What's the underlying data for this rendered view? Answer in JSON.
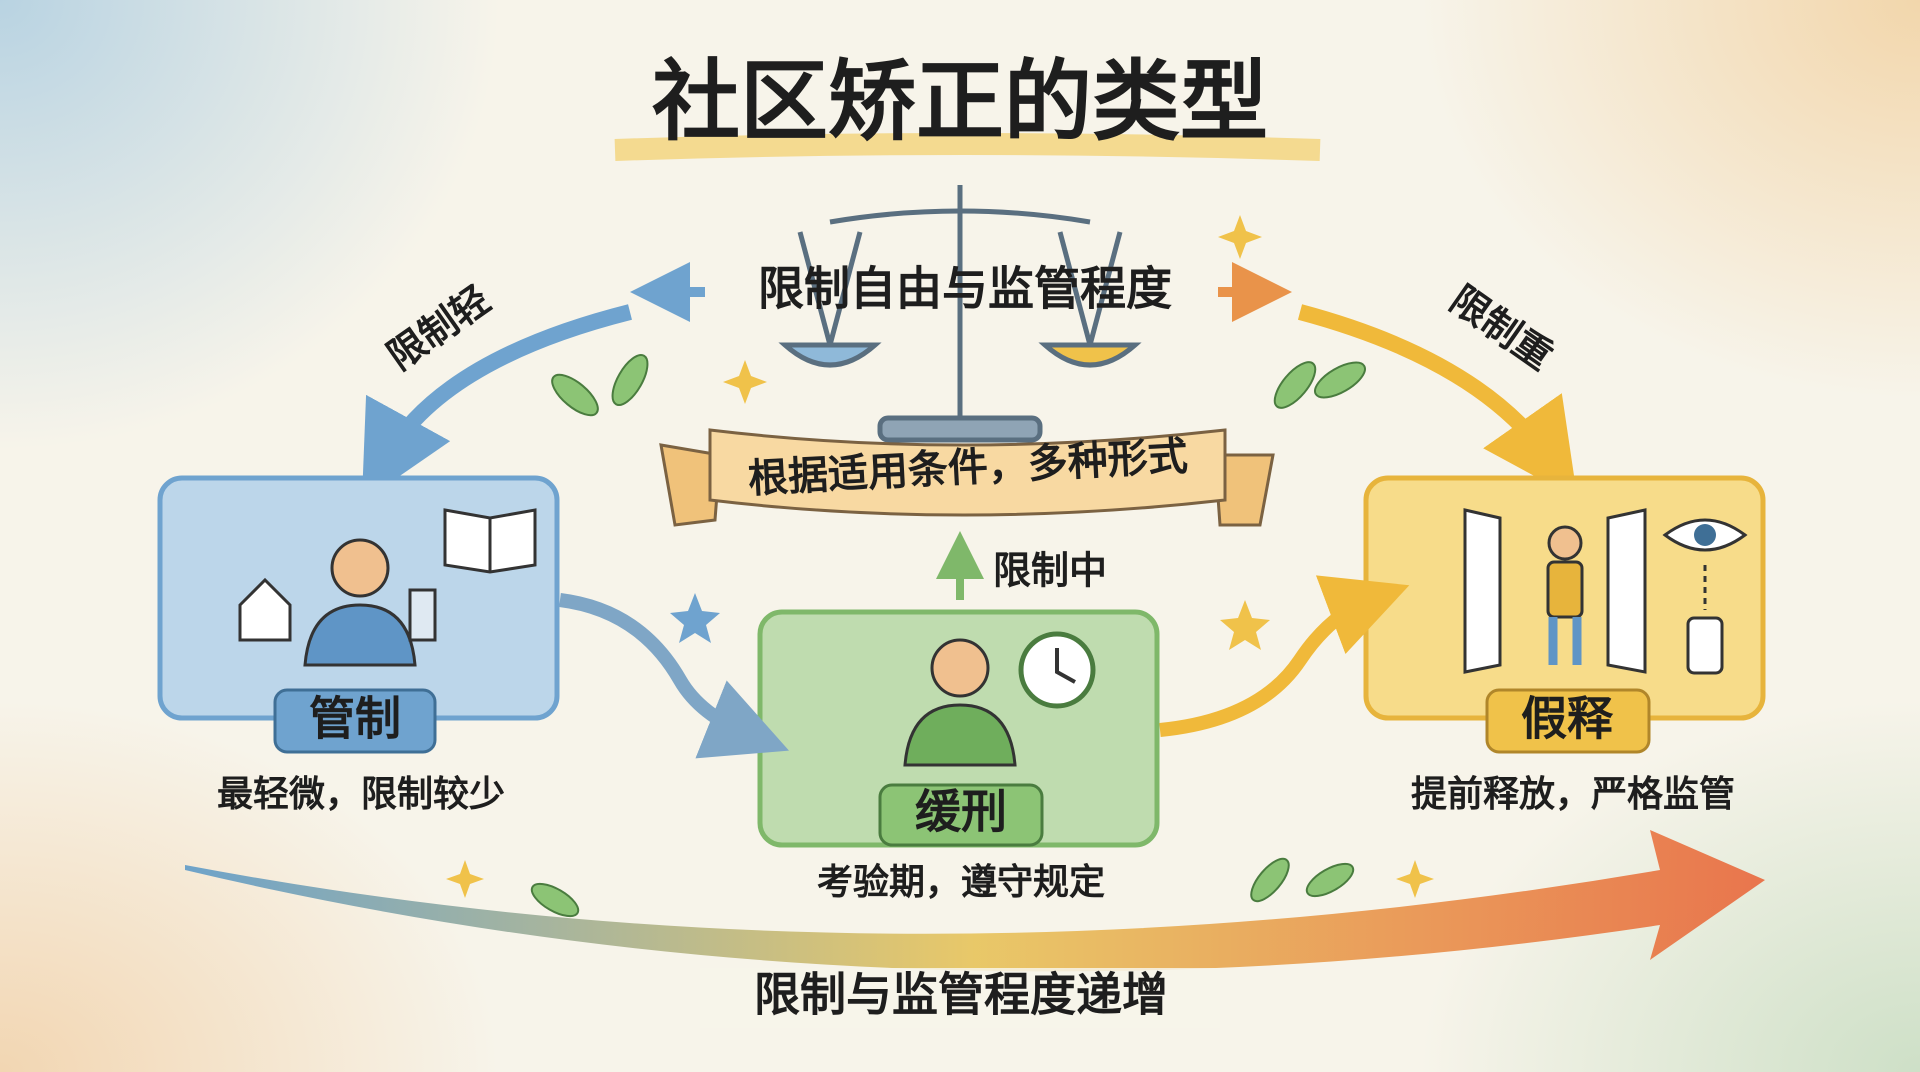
{
  "title": "社区矫正的类型",
  "scale_label": "限制自由与监管程度",
  "ribbon_label": "根据适用条件，多种形式",
  "arrows": {
    "light": "限制轻",
    "medium": "限制中",
    "heavy": "限制重"
  },
  "types": [
    {
      "name": "管制",
      "desc": "最轻微，限制较少",
      "color": "#6fa3cf"
    },
    {
      "name": "缓刑",
      "desc": "考验期，遵守规定",
      "color": "#7fb86a"
    },
    {
      "name": "假释",
      "desc": "提前释放，严格监管",
      "color": "#e7b43c"
    }
  ],
  "bottom_label": "限制与监管程度递增",
  "colors": {
    "blue": "#6fa3cf",
    "green": "#7fb86a",
    "yellow": "#f0c24a",
    "orange": "#e9793f",
    "background": "#f7f4ea"
  }
}
